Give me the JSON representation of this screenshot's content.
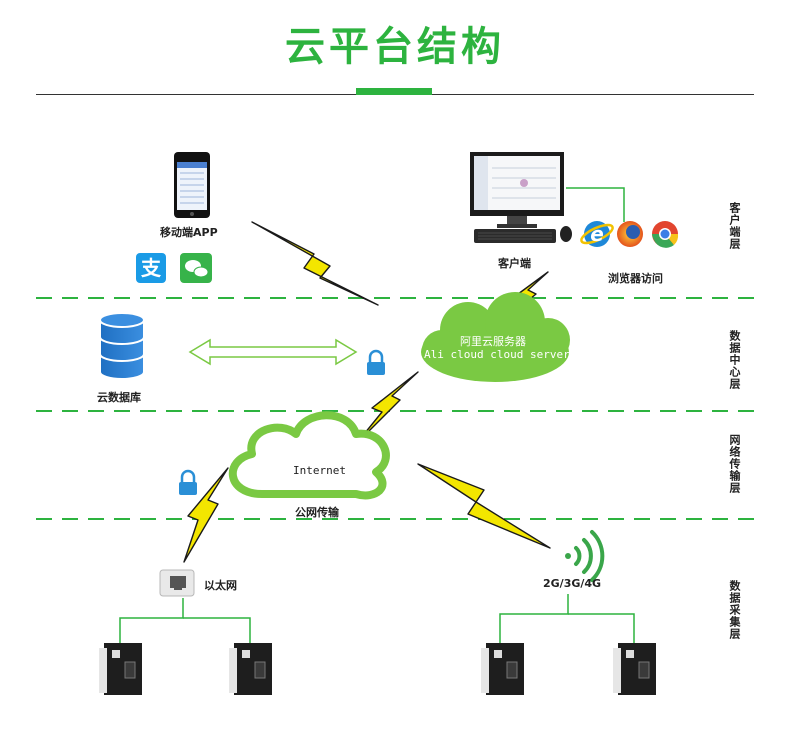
{
  "title": "云平台结构",
  "layers": [
    "客户端层",
    "数据中心层",
    "网络传输层",
    "数据采集层"
  ],
  "labels": {
    "mobile_app": "移动端APP",
    "client": "客户端",
    "browser": "浏览器访问",
    "cloud_server_cn": "阿里云服务器",
    "cloud_server_en": "Ali cloud  cloud servers",
    "database": "云数据库",
    "internet": "Internet",
    "public_net": "公网传输",
    "ethernet": "以太网",
    "wireless": "2G/3G/4G"
  },
  "icons": {
    "alipay": "支",
    "ie": "e"
  },
  "colors": {
    "accent": "#2db33f",
    "cloud_green": "#7ac943",
    "bolt_yellow": "#f3e600",
    "lock_blue": "#2a8fd6"
  }
}
